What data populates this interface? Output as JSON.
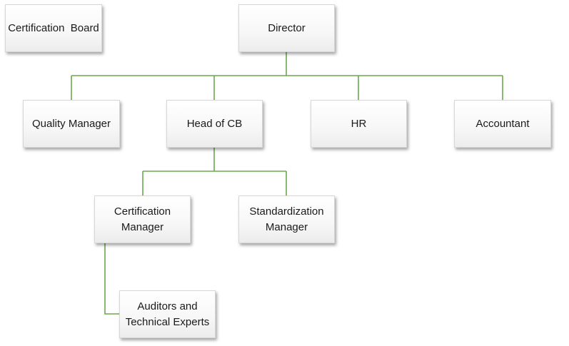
{
  "org_chart": {
    "nodes": {
      "certification_board": {
        "label": "Certification  Board"
      },
      "director": {
        "label": "Director"
      },
      "quality_manager": {
        "label": "Quality Manager"
      },
      "head_of_cb": {
        "label": "Head of CB"
      },
      "hr": {
        "label": "HR"
      },
      "accountant": {
        "label": "Accountant"
      },
      "certification_manager": {
        "lines": [
          "Certification",
          "Manager"
        ]
      },
      "standardization_manager": {
        "lines": [
          "Standardization",
          "Manager"
        ]
      },
      "auditors_experts": {
        "lines": [
          "Auditors and",
          "Technical Experts"
        ]
      }
    },
    "reports_to": {
      "quality_manager": "director",
      "head_of_cb": "director",
      "hr": "director",
      "accountant": "director",
      "certification_manager": "head_of_cb",
      "standardization_manager": "head_of_cb",
      "auditors_experts": "certification_manager"
    },
    "colors": {
      "connector": "#6aa84f",
      "box_border": "#d7d7d7",
      "text": "#1a1a1a"
    }
  }
}
